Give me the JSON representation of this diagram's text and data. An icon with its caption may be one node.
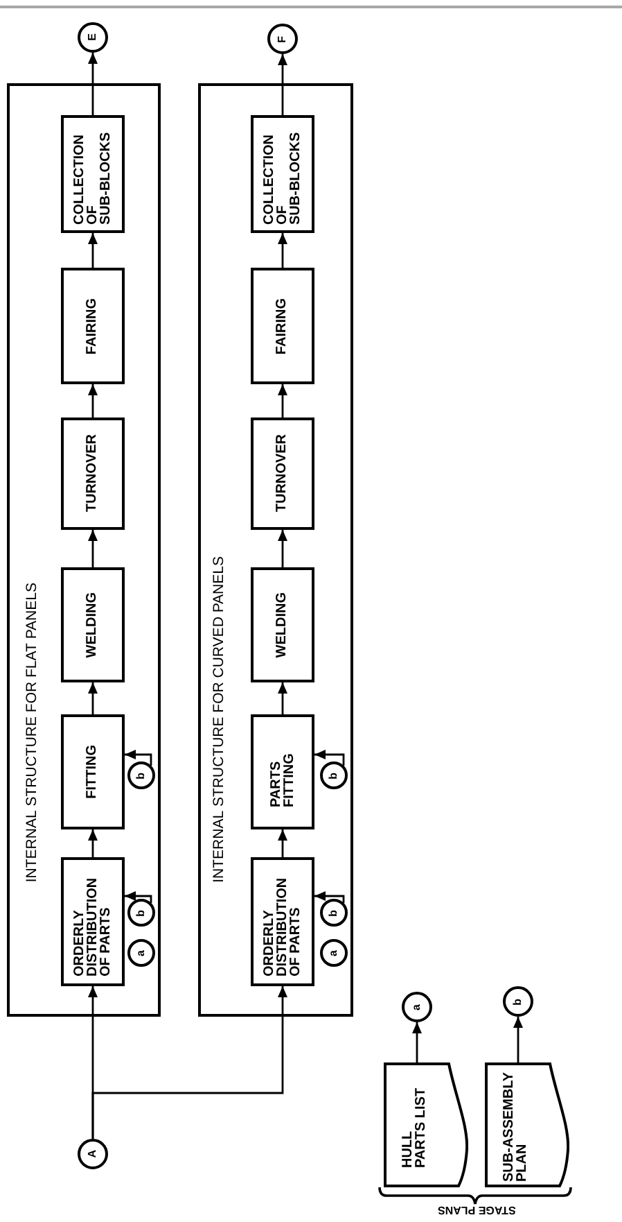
{
  "diagram": {
    "nodes": [
      {
        "text": [
          "INTERNAL STRUCTURE FOR FLAT PANELS"
        ]
      },
      {
        "text": [
          "ORDERLY DISTRIBUTION OF PARTS"
        ],
        "in": 0
      },
      {
        "text": [
          "FITTING"
        ],
        "in": 0
      },
      {
        "text": [
          "WELDING"
        ],
        "in": 0
      },
      {
        "text": [
          "TURNOVER"
        ],
        "in": 0
      },
      {
        "text": [
          "FAIRING"
        ],
        "in": 0
      },
      {
        "text": [
          "COLLECTION OF SUB-BLOCKS"
        ],
        "in": 0
      },
      {
        "text": [
          "a"
        ],
        "in": 0
      },
      {
        "text": [
          "b"
        ],
        "in": 0
      },
      {
        "text": [
          "b"
        ],
        "in": 0
      },
      {
        "text": [
          "INTERNAL STRUCTURE FOR CURVED PANELS"
        ]
      },
      {
        "text": [
          "ORDERLY DISTRIBUTION OF PARTS"
        ],
        "in": 10
      },
      {
        "text": [
          "PARTS FITTING"
        ],
        "in": 10
      },
      {
        "text": [
          "WELDING"
        ],
        "in": 10
      },
      {
        "text": [
          "TURNOVER"
        ],
        "in": 10
      },
      {
        "text": [
          "FAIRING"
        ],
        "in": 10
      },
      {
        "text": [
          "COLLECTION OF SUB-BLOCKS"
        ],
        "in": 10
      },
      {
        "text": [
          "a"
        ],
        "in": 10
      },
      {
        "text": [
          "b"
        ],
        "in": 10
      },
      {
        "text": [
          "b"
        ],
        "in": 10
      },
      {
        "text": [
          "A"
        ]
      },
      {
        "text": [
          "E"
        ]
      },
      {
        "text": [
          "F"
        ]
      },
      {
        "text": [
          "HULL PARTS LIST"
        ]
      },
      {
        "text": [
          "SUB-ASSEMBLY PLAN"
        ]
      },
      {
        "text": [
          "a"
        ]
      },
      {
        "text": [
          "b"
        ]
      }
    ],
    "edges": [
      {
        "from": 20,
        "to": 1,
        "arrow": "to"
      },
      {
        "from": 20,
        "to": 11,
        "arrow": "to"
      },
      {
        "from": 1,
        "to": 2,
        "arrow": "to"
      },
      {
        "from": 2,
        "to": 3,
        "arrow": "to"
      },
      {
        "from": 3,
        "to": 4,
        "arrow": "to"
      },
      {
        "from": 4,
        "to": 5,
        "arrow": "to"
      },
      {
        "from": 5,
        "to": 6,
        "arrow": "to"
      },
      {
        "from": 6,
        "to": 21,
        "arrow": "to"
      },
      {
        "from": 11,
        "to": 12,
        "arrow": "to"
      },
      {
        "from": 12,
        "to": 13,
        "arrow": "to"
      },
      {
        "from": 13,
        "to": 14,
        "arrow": "to"
      },
      {
        "from": 14,
        "to": 15,
        "arrow": "to"
      },
      {
        "from": 15,
        "to": 16,
        "arrow": "to"
      },
      {
        "from": 16,
        "to": 22,
        "arrow": "to"
      },
      {
        "from": 8,
        "to": 1,
        "arrow": "to"
      },
      {
        "from": 9,
        "to": 2,
        "arrow": "to"
      },
      {
        "from": 18,
        "to": 11,
        "arrow": "to"
      },
      {
        "from": 19,
        "to": 12,
        "arrow": "to"
      },
      {
        "from": 23,
        "to": 25,
        "arrow": "to"
      },
      {
        "from": 24,
        "to": 26,
        "arrow": "to"
      }
    ],
    "labels": [
      "STAGE PLANS"
    ]
  }
}
